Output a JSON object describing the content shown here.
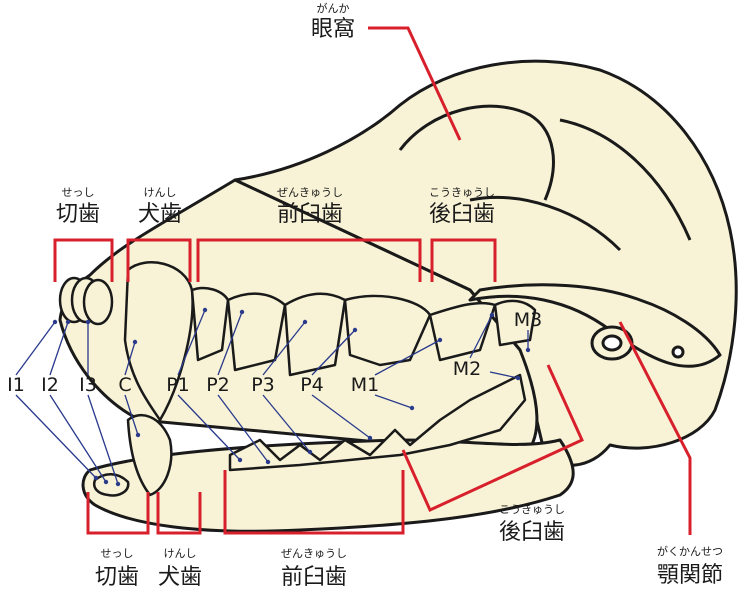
{
  "top_labels": {
    "orbit": {
      "ruby": "がんか",
      "text": "眼窩"
    },
    "incisor": {
      "ruby": "せっし",
      "text": "切歯"
    },
    "canine": {
      "ruby": "けんし",
      "text": "犬歯"
    },
    "premolar": {
      "ruby": "ぜんきゅうし",
      "text": "前臼歯"
    },
    "molar": {
      "ruby": "こうきゅうし",
      "text": "後臼歯"
    }
  },
  "tooth_codes": [
    "I1",
    "I2",
    "I3",
    "C",
    "P1",
    "P2",
    "P3",
    "P4",
    "M1"
  ],
  "upper_molar_codes": [
    "M3",
    "M2"
  ],
  "bottom_labels": {
    "incisor": {
      "ruby": "せっし",
      "text": "切歯"
    },
    "canine": {
      "ruby": "けんし",
      "text": "犬歯"
    },
    "premolar": {
      "ruby": "ぜんきゅうし",
      "text": "前臼歯"
    },
    "molar": {
      "ruby": "こうきゅうし",
      "text": "後臼歯"
    },
    "tmj": {
      "ruby": "がくかんせつ",
      "text": "顎関節"
    }
  },
  "colors": {
    "bone": "#f8f3d6",
    "outline": "#1a1a1a",
    "bracket": "#d8202c",
    "leader": "#2a3a8c"
  }
}
